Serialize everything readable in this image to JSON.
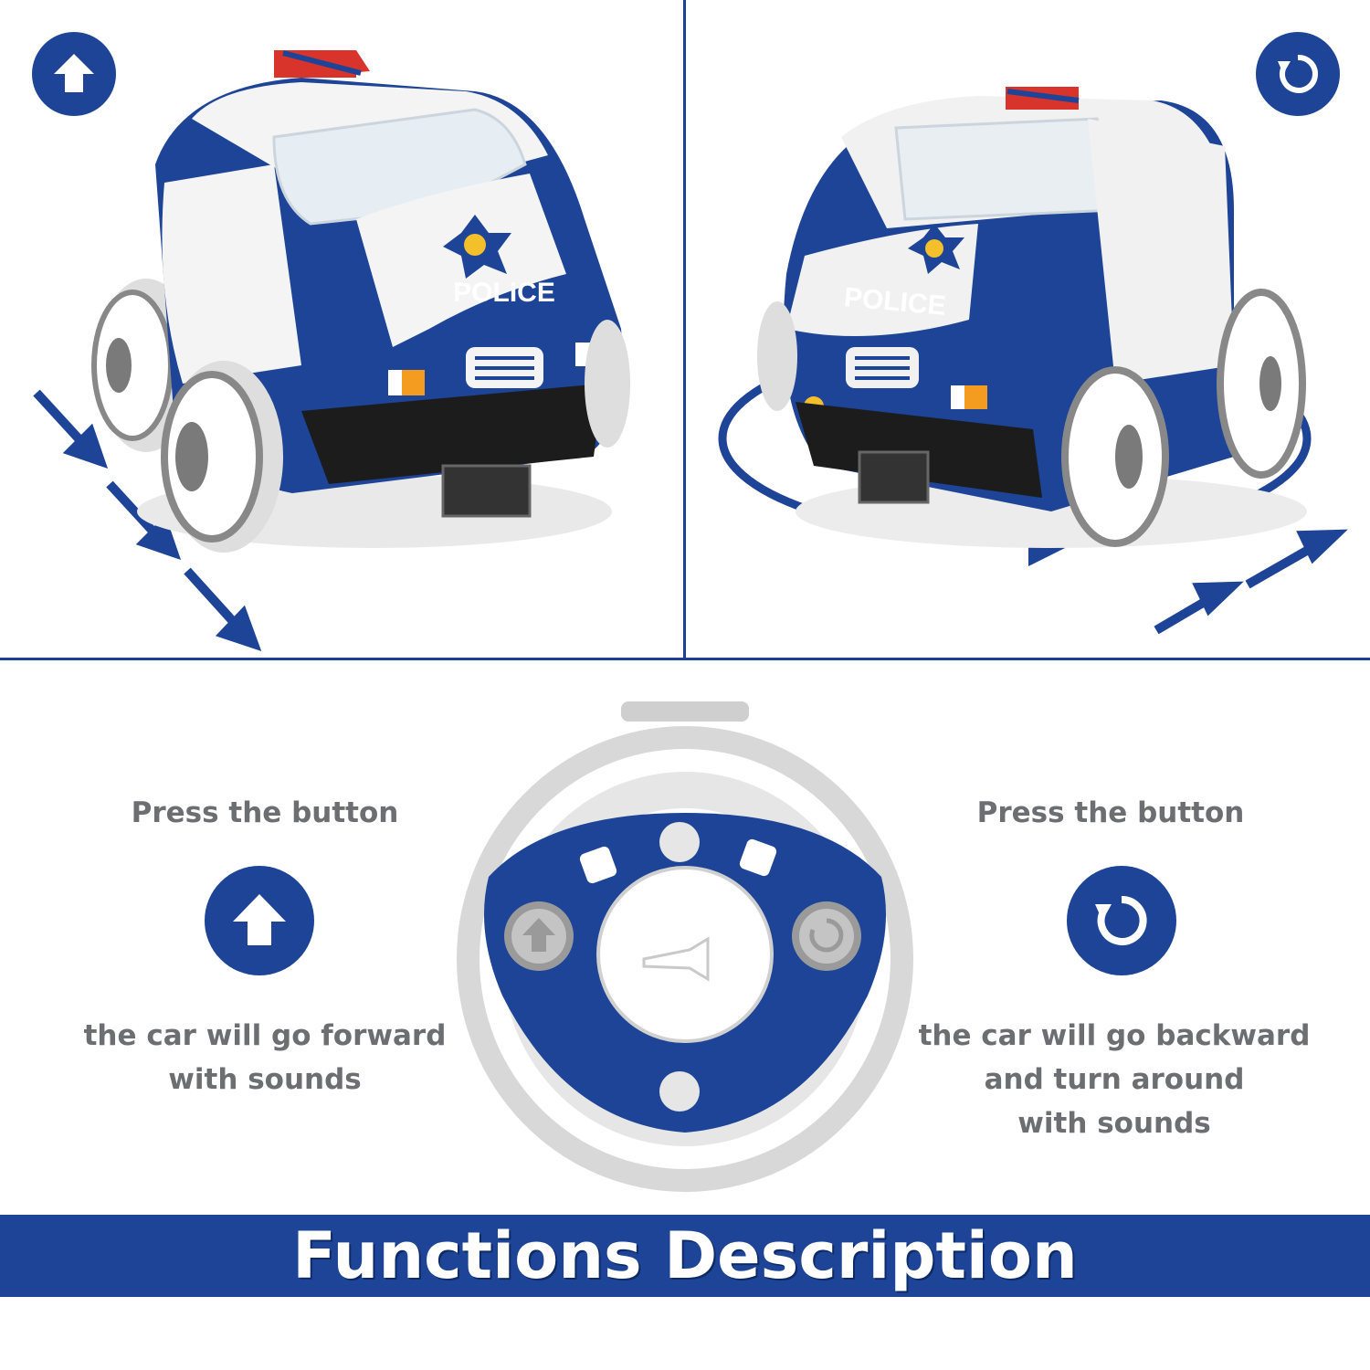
{
  "features": {
    "forward": {
      "heading": "Press the button",
      "line1": "the car will go forward",
      "line2": "with sounds",
      "icon": "arrow-up-icon"
    },
    "backward": {
      "heading": "Press the button",
      "line1": "the car will go backward",
      "line2": "and turn around",
      "line3": "with sounds",
      "icon": "rotate-icon"
    }
  },
  "car": {
    "label": "POLICE"
  },
  "banner": {
    "title": "Functions Description"
  },
  "colors": {
    "brand_blue": "#1d4496",
    "caption_gray": "#6d6e71"
  }
}
